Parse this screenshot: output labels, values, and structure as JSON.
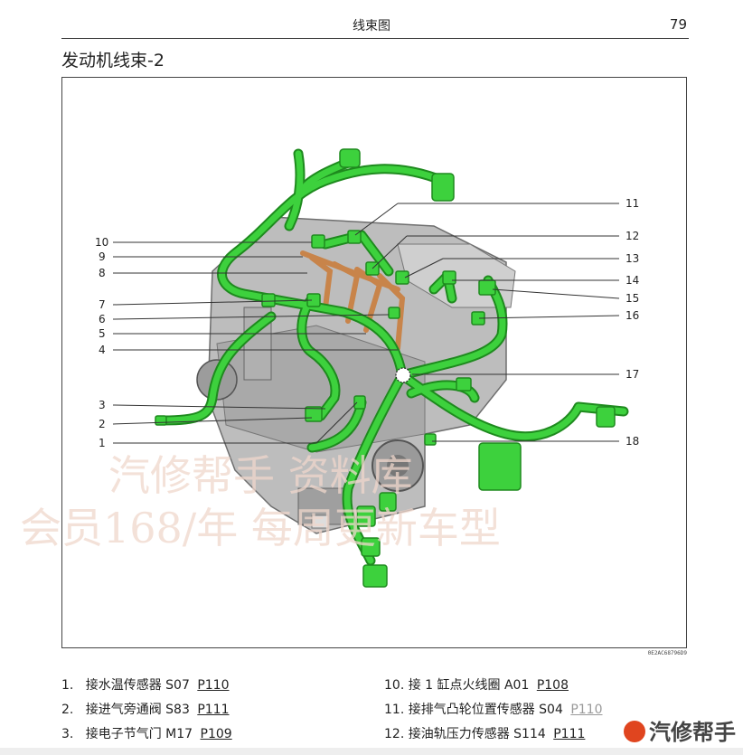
{
  "header": {
    "title": "线束图",
    "page_number": "79"
  },
  "section_title": "发动机线束-2",
  "figure_code": "0E2AC68796D9",
  "callouts": [
    "1",
    "2",
    "3",
    "4",
    "5",
    "6",
    "7",
    "8",
    "9",
    "10",
    "11",
    "12",
    "13",
    "14",
    "15",
    "16",
    "17",
    "18"
  ],
  "watermark": {
    "line1": "汽修帮手 资料库",
    "line2": "会员168/年 每周更新车型"
  },
  "legend_left": [
    {
      "num": "1.",
      "text": "接水温传感器 S07",
      "ref": "P110"
    },
    {
      "num": "2.",
      "text": "接进气旁通阀 S83",
      "ref": "P111"
    },
    {
      "num": "3.",
      "text": "接电子节气门 M17",
      "ref": "P109"
    }
  ],
  "legend_right": [
    {
      "num": "10.",
      "text": "接 1 缸点火线圈 A01",
      "ref": "P108"
    },
    {
      "num": "11.",
      "text": "接排气凸轮位置传感器 S04",
      "ref": "P110"
    },
    {
      "num": "12.",
      "text": "接油轨压力传感器 S114",
      "ref": "P111"
    }
  ],
  "brand": "汽修帮手",
  "colors": {
    "harness": "#3dd13d",
    "harness_outline": "#1e8a1e",
    "pipe": "#c8844a",
    "engine": "#8a8a8a"
  }
}
